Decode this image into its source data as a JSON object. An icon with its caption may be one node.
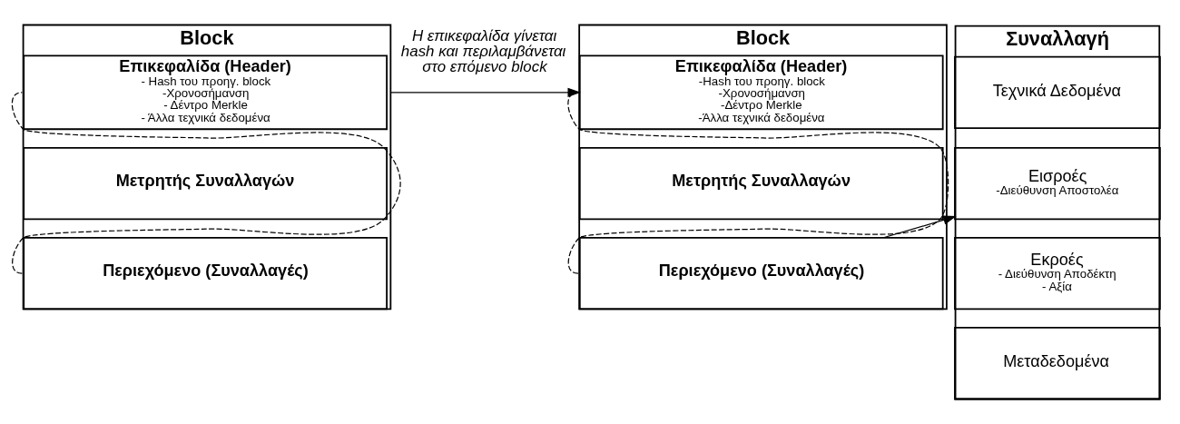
{
  "diagram": {
    "nodes": [
      {
        "text": [
          "Block"
        ]
      },
      {
        "text": [
          "Επικεφαλίδα (Header)",
          "- Hash του προηγ. block",
          "-Χρονοσήμανση",
          "- Δέντρο Merkle",
          "- Άλλα τεχνικά δεδομένα"
        ],
        "in": 0
      },
      {
        "text": [
          "Μετρητής Συναλλαγών"
        ],
        "in": 0
      },
      {
        "text": [
          "Περιεχόμενο (Συναλλαγές)"
        ],
        "in": 0
      },
      {
        "text": [
          "Block"
        ]
      },
      {
        "text": [
          "Επικεφαλίδα (Header)",
          "-Hash του προηγ. block",
          "-Χρονοσήμανση",
          "-Δέντρο Merkle",
          "-Άλλα τεχνικά δεδομένα"
        ],
        "in": 4
      },
      {
        "text": [
          "Μετρητής Συναλλαγών"
        ],
        "in": 4
      },
      {
        "text": [
          "Περιεχόμενο (Συναλλαγές)"
        ],
        "in": 4
      },
      {
        "text": [
          "Συναλλαγή"
        ]
      },
      {
        "text": [
          "Τεχνικά Δεδομένα"
        ],
        "in": 8
      },
      {
        "text": [
          "Εισροές",
          "-Διεύθυνση Αποστολέα"
        ],
        "in": 8
      },
      {
        "text": [
          "Εκροές",
          "- Διεύθυνση Αποδέκτη",
          "- Αξία"
        ],
        "in": 8
      },
      {
        "text": [
          "Μεταδεδομένα"
        ],
        "in": 8
      }
    ],
    "edges": [
      {
        "from": 3,
        "to": 1,
        "arrow": "none",
        "style": "dashed"
      },
      {
        "from": 0,
        "to": 4,
        "arrow": "to",
        "label": "Η επικεφαλίδα γίνεται hash και περιλαμβάνεται στο επόμενο block"
      },
      {
        "from": 7,
        "to": 5,
        "arrow": "none",
        "style": "dashed"
      },
      {
        "from": 7,
        "to": 10,
        "arrow": "to"
      }
    ]
  }
}
